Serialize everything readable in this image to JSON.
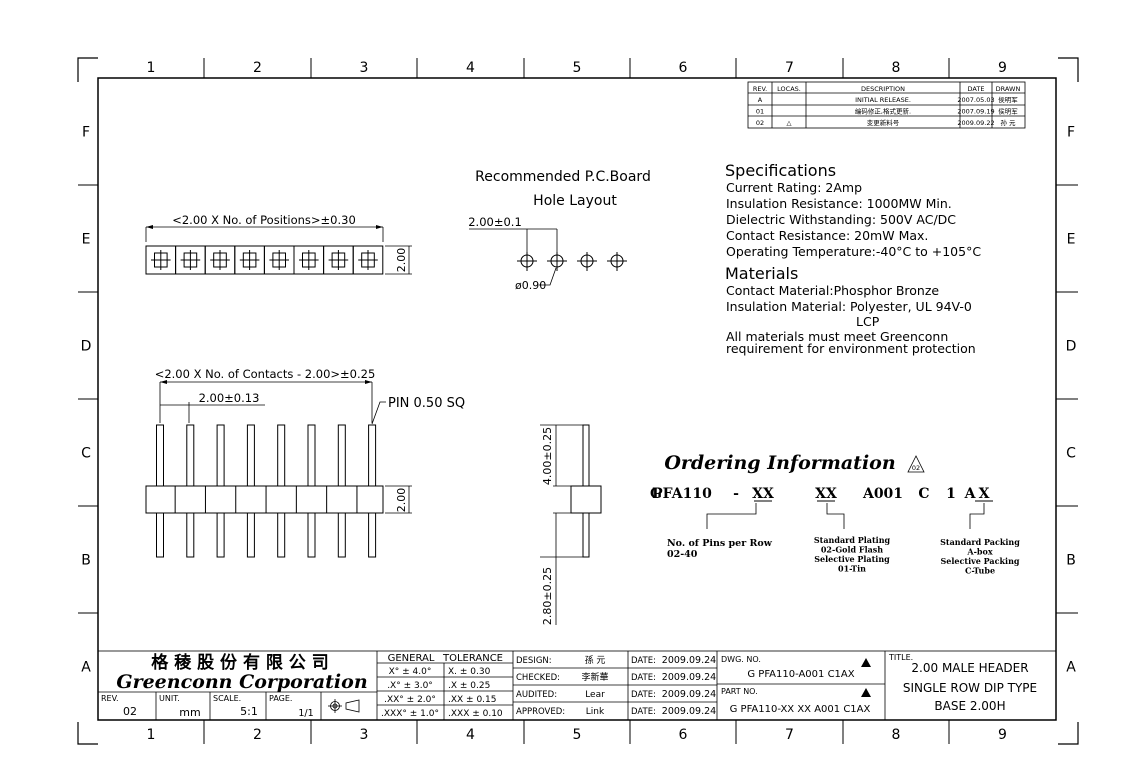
{
  "grid": {
    "cols": [
      "1",
      "2",
      "3",
      "4",
      "5",
      "6",
      "7",
      "8",
      "9"
    ],
    "rows": [
      "F",
      "E",
      "D",
      "C",
      "B",
      "A"
    ]
  },
  "revision_table": {
    "headers": [
      "REV.",
      "LOCAS.",
      "DESCRIPTION",
      "DATE",
      "DRAWN"
    ],
    "rows": [
      {
        "rev": "A",
        "locas": "",
        "desc": "INITIAL RELEASE.",
        "date": "2007.05.03",
        "drawn": "侯明军"
      },
      {
        "rev": "01",
        "locas": "",
        "desc": "编码修正,格式更新.",
        "date": "2007.09.19",
        "drawn": "侯明军"
      },
      {
        "rev": "02",
        "locas": "△",
        "desc": "变更新料号",
        "date": "2009.09.22",
        "drawn": "孙 元"
      }
    ]
  },
  "top_view": {
    "dimension": "<2.00 X No. of Positions>±0.30",
    "height_dim": "2.00"
  },
  "hole_layout": {
    "title_line1": "Recommended P.C.Board",
    "title_line2": "Hole Layout",
    "pitch_dim": "2.00±0.1",
    "hole_dim": "ø0.90"
  },
  "specifications": {
    "heading": "Specifications",
    "lines": [
      "Current Rating: 2Amp",
      "Insulation Resistance:   1000MW Min.",
      "Dielectric Withstanding:  500V AC/DC",
      "Contact Resistance:  20mW Max.",
      "Operating Temperature:-40°C to +105°C"
    ]
  },
  "materials": {
    "heading": "Materials",
    "lines": [
      "Contact Material:Phosphor Bronze",
      "Insulation Material: Polyester, UL 94V-0",
      "LCP",
      "All materials must meet Greenconn",
      "requirement for environment protection"
    ]
  },
  "front_view": {
    "overall_dim": "<2.00 X No. of Contacts - 2.00>±0.25",
    "pitch_dim": "2.00±0.13",
    "pin_note": "PIN 0.50 SQ",
    "height_dim": "2.00"
  },
  "side_view": {
    "upper_dim": "4.00±0.25",
    "lower_dim": "2.80±0.25"
  },
  "ordering": {
    "title": "Ordering Information",
    "rev_mark": "02",
    "part_code": [
      "G",
      "PFA110",
      "-",
      "XX",
      "XX",
      "A001",
      "C",
      "1",
      "A",
      "X"
    ],
    "pins_note": [
      "No. of Pins per Row",
      "02-40"
    ],
    "plating_note": [
      "Standard Plating",
      "02-Gold Flash",
      "Selective Plating",
      "01-Tin"
    ],
    "packing_note": [
      "Standard Packing",
      "A-box",
      "Selective Packing",
      "C-Tube"
    ]
  },
  "title_block": {
    "company_cn": "格 稜 股 份 有 限 公 司",
    "company_en": "Greenconn Corporation",
    "rev_label": "REV.",
    "rev": "02",
    "unit_label": "UNIT.",
    "unit": "mm",
    "scale_label": "SCALE.",
    "scale": "5:1",
    "page_label": "PAGE.",
    "page": "1/1",
    "tolerance_header": [
      "GENERAL",
      "TOLERANCE"
    ],
    "tolerances": [
      {
        "a": "X°  ±  4.0°",
        "b": "X.    ±  0.30"
      },
      {
        "a": ".X°  ±  3.0°",
        "b": ".X    ±  0.25"
      },
      {
        "a": ".XX°  ±  2.0°",
        "b": ".XX   ±  0.15"
      },
      {
        "a": ".XXX°  ±  1.0°",
        "b": ".XXX  ±  0.10"
      }
    ],
    "signoffs": [
      {
        "role": "DESIGN:",
        "name": "孫 元",
        "date_label": "DATE:",
        "date": "2009.09.24"
      },
      {
        "role": "CHECKED:",
        "name": "李新華",
        "date_label": "DATE:",
        "date": "2009.09.24"
      },
      {
        "role": "AUDITED:",
        "name": "Lear",
        "date_label": "DATE:",
        "date": "2009.09.24"
      },
      {
        "role": "APPROVED:",
        "name": "Link",
        "date_label": "DATE:",
        "date": "2009.09.24"
      }
    ],
    "dwg_label": "DWG. NO.",
    "dwg_no": "G PFA110-A001 C1AX",
    "part_label": "PART NO.",
    "part_no": "G PFA110-XX XX A001 C1AX",
    "title_label": "TITLE.",
    "title_lines": [
      "2.00 MALE HEADER",
      "SINGLE ROW DIP TYPE",
      "BASE 2.00H"
    ]
  }
}
